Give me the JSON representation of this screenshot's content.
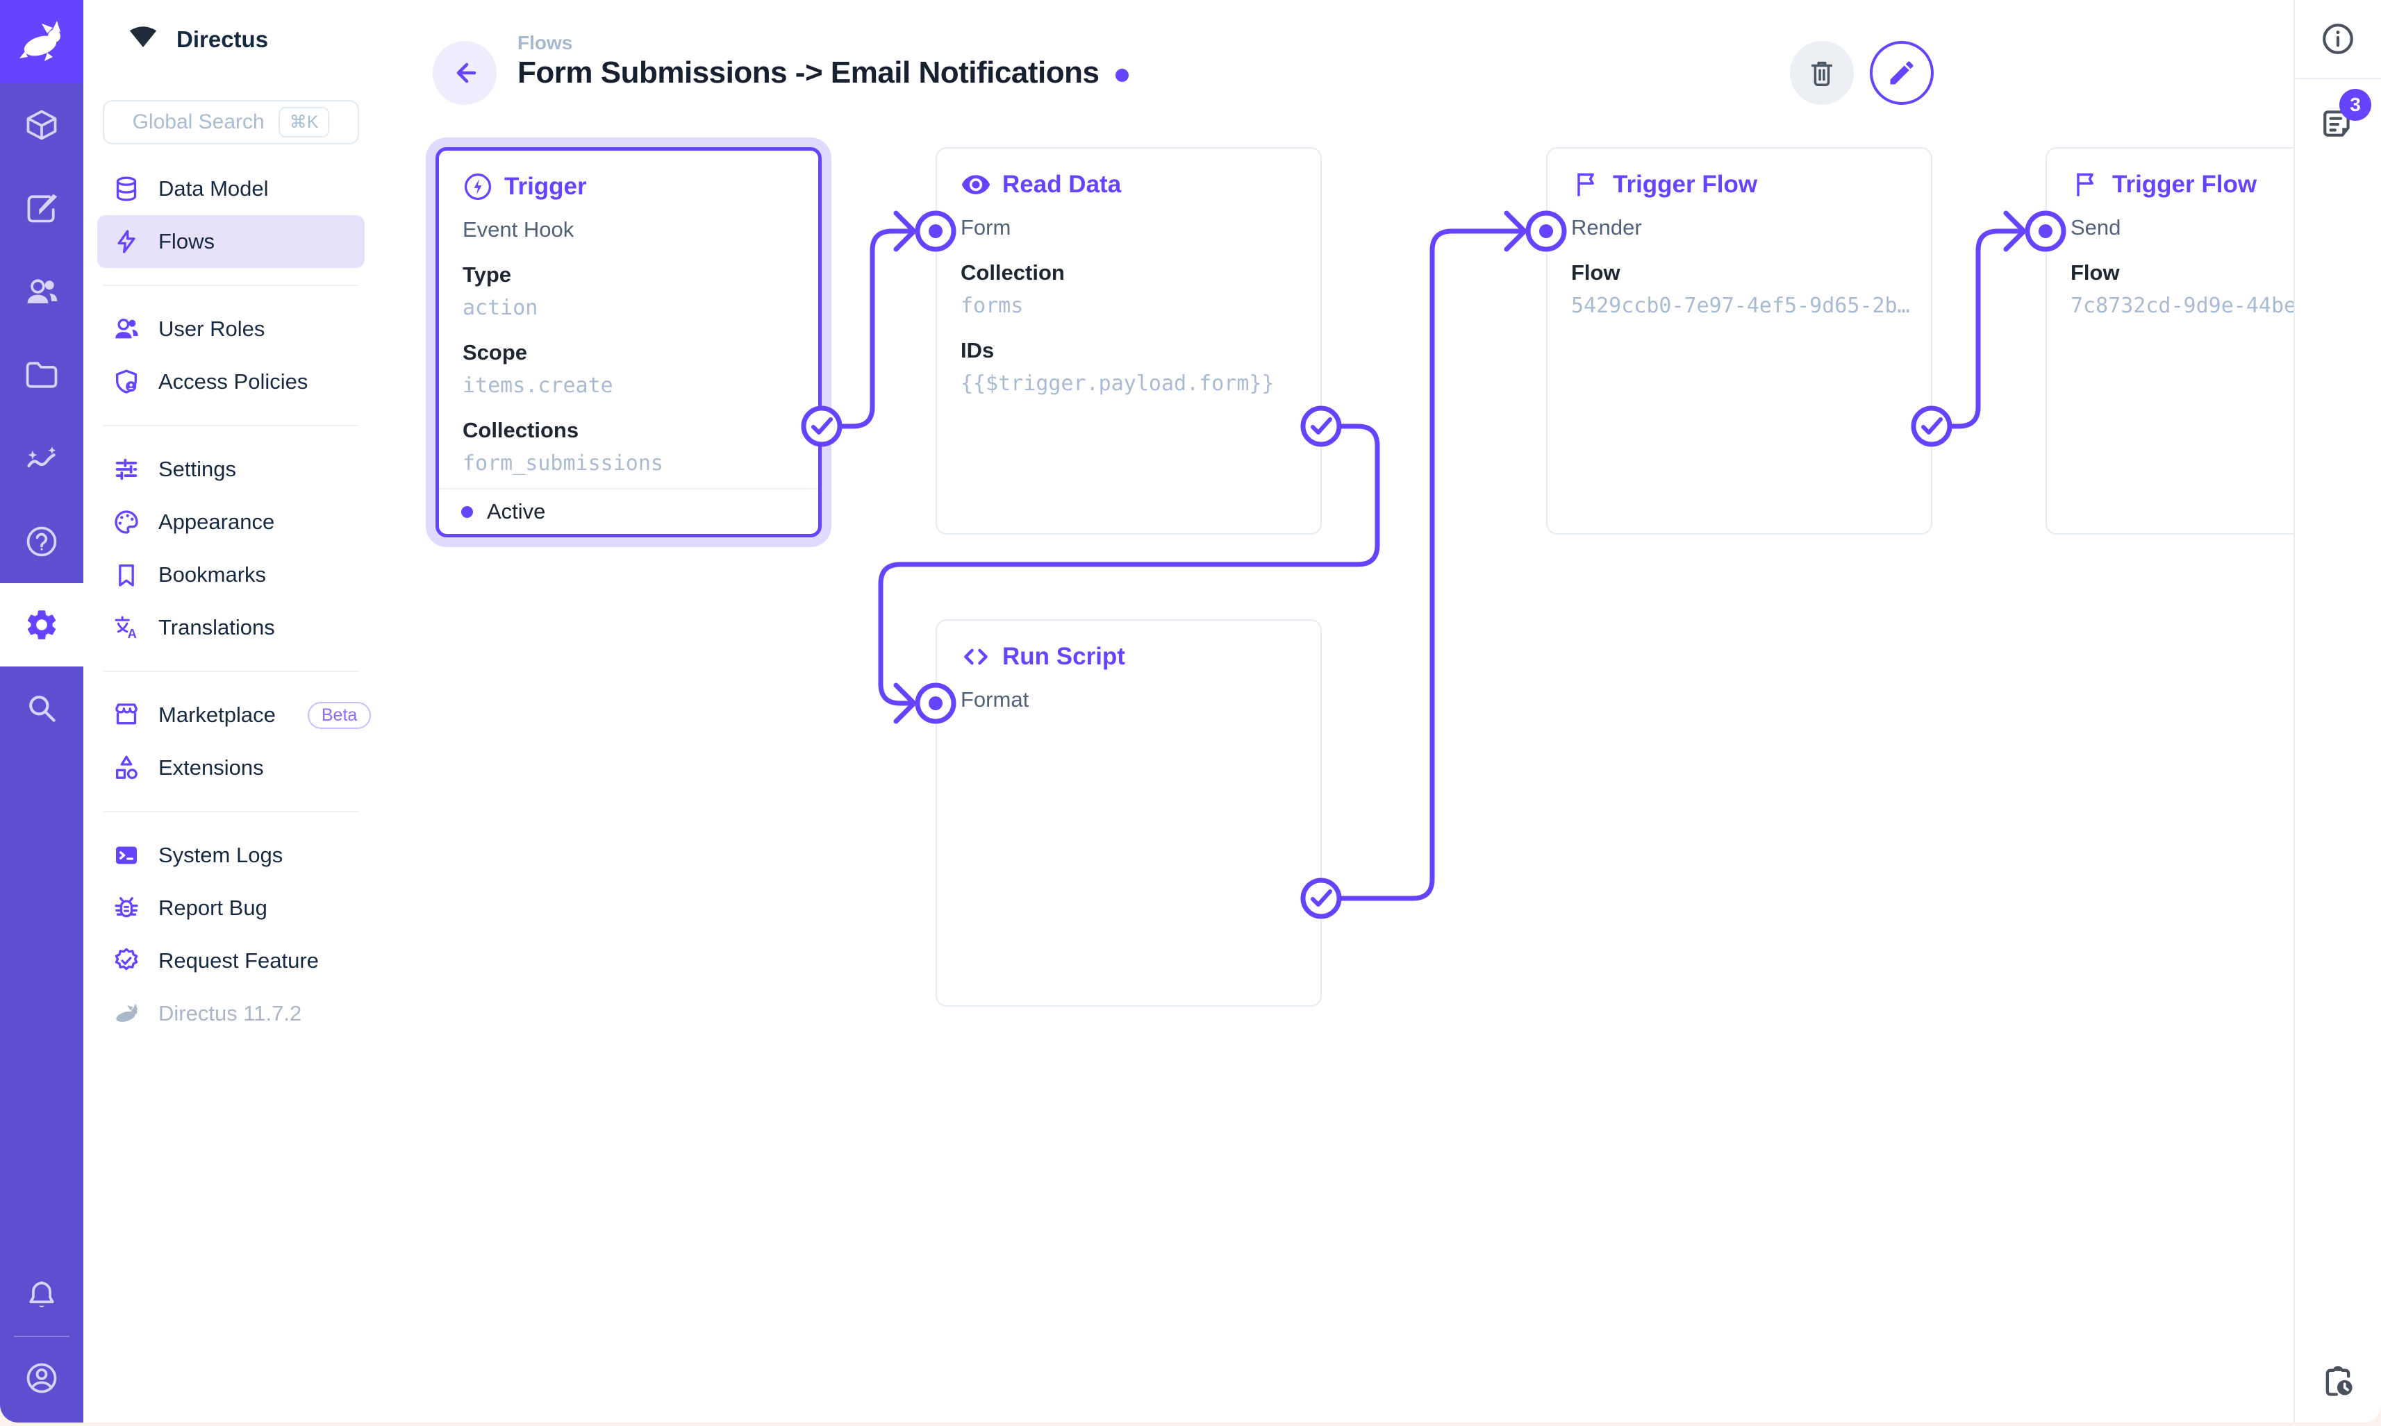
{
  "brand": {
    "accent": "#6644FF",
    "module_bar_color": "#5E4FD1"
  },
  "sidebar": {
    "project_name": "Directus",
    "search": {
      "placeholder": "Global Search",
      "shortcut": "⌘K"
    },
    "nav": [
      {
        "label": "Data Model"
      },
      {
        "label": "Flows"
      },
      {
        "label": "User Roles"
      },
      {
        "label": "Access Policies"
      },
      {
        "label": "Settings"
      },
      {
        "label": "Appearance"
      },
      {
        "label": "Bookmarks"
      },
      {
        "label": "Translations"
      },
      {
        "label": "Marketplace",
        "badge": "Beta"
      },
      {
        "label": "Extensions"
      },
      {
        "label": "System Logs"
      },
      {
        "label": "Report Bug"
      },
      {
        "label": "Request Feature"
      }
    ],
    "version": "Directus 11.7.2"
  },
  "header": {
    "breadcrumb": "Flows",
    "title": "Form Submissions -> Email Notifications"
  },
  "right_rail": {
    "notifications_count": "3"
  },
  "flow": {
    "cards": [
      {
        "title": "Trigger",
        "subtitle": "Event Hook",
        "fields": [
          {
            "label": "Type",
            "value": "action"
          },
          {
            "label": "Scope",
            "value": "items.create"
          },
          {
            "label": "Collections",
            "value": "form_submissions"
          }
        ],
        "status": "Active"
      },
      {
        "title": "Read Data",
        "input_label": "Form",
        "fields": [
          {
            "label": "Collection",
            "value": "forms"
          },
          {
            "label": "IDs",
            "value": "{{$trigger.payload.form}}"
          }
        ]
      },
      {
        "title": "Run Script",
        "input_label": "Format"
      },
      {
        "title": "Trigger Flow",
        "input_label": "Render",
        "fields": [
          {
            "label": "Flow",
            "value": "5429ccb0-7e97-4ef5-9d65-2b…"
          }
        ]
      },
      {
        "title": "Trigger Flow",
        "input_label": "Send",
        "fields": [
          {
            "label": "Flow",
            "value": "7c8732cd-9d9e-44be"
          }
        ]
      }
    ]
  }
}
